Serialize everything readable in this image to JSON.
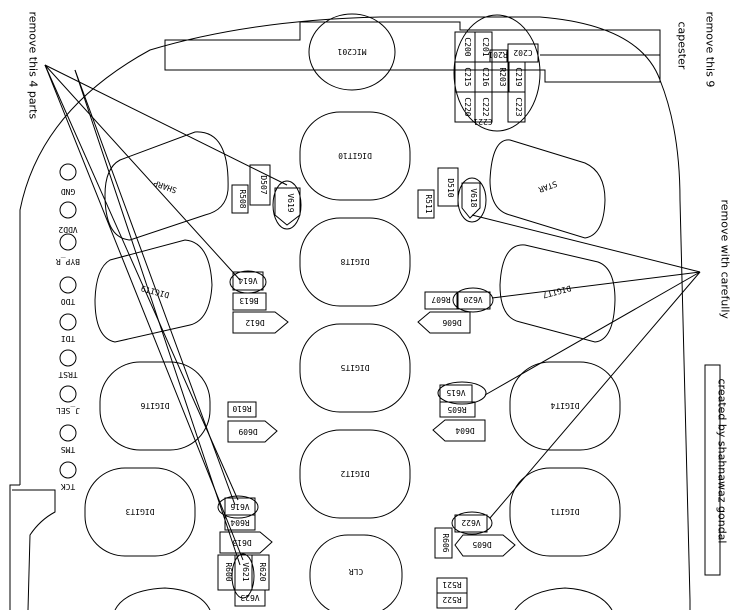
{
  "notes": {
    "remove_4": "remove this 4 parts",
    "remove_9": "remove this 9",
    "capester": "capester",
    "remove_careful": "remove with carefully",
    "credit": "created by shahnawaz gondal"
  },
  "keys": {
    "sharp": "SHARP",
    "star": "STAR",
    "digit10": "DIGIT10",
    "digit9": "DIGIT9",
    "digit8": "DIGIT8",
    "digit7": "DIGIT7",
    "digit6": "DIGIT6",
    "digit5": "DIGIT5",
    "digit4": "DIGIT4",
    "digit3": "DIGIT3",
    "digit2": "DIGIT2",
    "digit1": "DIGIT1",
    "clr": "CLR",
    "mic": "MIC201"
  },
  "pads": {
    "gnd": "GND",
    "vdd2": "VDD2",
    "byp_r": "BYP_R",
    "tdo": "TDO",
    "tdi": "TDI",
    "trst": "TRST",
    "j_sel": "J_SEL",
    "tms": "TMS",
    "tck": "TCK"
  },
  "parts": {
    "c200": "C200",
    "c201": "C201",
    "c202": "C202",
    "c215": "C215",
    "c216": "C216",
    "c219": "C219",
    "c220": "C220",
    "c221": "C221",
    "c222": "C222",
    "c223": "C223",
    "r201": "R201",
    "r203": "R203",
    "d507": "D507",
    "v619": "V619",
    "r508": "R508",
    "d510": "D510",
    "v618": "V618",
    "r511": "R511",
    "v614": "V614",
    "b613": "B613",
    "d612": "D612",
    "v620": "V620",
    "r607": "R607",
    "d606": "D606",
    "v615": "V615",
    "r605": "R605",
    "d604": "D604",
    "r610": "R610",
    "d609": "D609",
    "v616": "V616",
    "r604": "R604",
    "d613": "D613",
    "v621": "V621",
    "r600": "R600",
    "r620": "R620",
    "v623": "V623",
    "v622": "V622",
    "r606": "R606",
    "d605": "D605",
    "r521": "R521",
    "r522": "R522"
  }
}
